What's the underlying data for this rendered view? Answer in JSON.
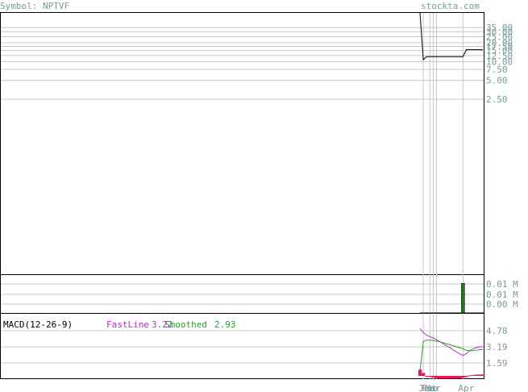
{
  "header": {
    "symbol_label": "Symbol: NPTVF",
    "watermark": "stockta.com"
  },
  "colors": {
    "axis_text": "#7a9a9a",
    "frame": "#000000",
    "grid": "#c8c8c8",
    "price_line": "#000000",
    "volume_bar": "#1a7f1a",
    "fastline": "#b030c0",
    "smoothed": "#2aa02a",
    "histogram": "#e01860"
  },
  "chart_data": [
    {
      "panel": "price",
      "type": "line",
      "yscale": "log",
      "y_ticks": [
        "35.00",
        "30.00",
        "25.00",
        "20.00",
        "17.50",
        "15.00",
        "12.50",
        "10.00",
        "7.50",
        "5.00",
        "2.50"
      ],
      "x": [
        "Jan",
        "Feb",
        "Mar",
        "Apr"
      ],
      "series": [
        {
          "values": [
            60.0,
            10.7,
            12.0,
            12.0,
            12.0,
            12.0,
            12.0,
            12.0,
            12.0,
            12.0,
            12.0,
            12.0,
            12.0,
            12.0,
            15.5,
            15.5,
            15.5,
            15.5,
            15.5,
            15.5
          ]
        }
      ]
    },
    {
      "panel": "volume",
      "type": "bar",
      "y_ticks": [
        "0.01 M",
        "0.01 M",
        "0.00 M"
      ],
      "series": [
        {
          "values": [
            0,
            0,
            0,
            0,
            0,
            0,
            0,
            0,
            0,
            0,
            0,
            0,
            0,
            0.014,
            0,
            0,
            0,
            0,
            0,
            0
          ]
        }
      ]
    },
    {
      "panel": "macd",
      "type": "line",
      "title": "MACD(12-26-9)",
      "y_ticks": [
        "4.78",
        "3.19",
        "1.59"
      ],
      "legend": [
        {
          "name": "FastLine",
          "value": "3.22"
        },
        {
          "name": "Smoothed",
          "value": "2.93"
        }
      ],
      "series": [
        {
          "name": "FastLine",
          "values": [
            5.0,
            4.6,
            4.35,
            4.2,
            4.05,
            3.9,
            3.7,
            3.5,
            3.3,
            3.1,
            2.9,
            2.7,
            2.5,
            2.35,
            2.5,
            2.8,
            3.0,
            3.1,
            3.18,
            3.22
          ]
        },
        {
          "name": "Smoothed",
          "values": [
            0.8,
            3.7,
            3.85,
            3.85,
            3.8,
            3.75,
            3.7,
            3.6,
            3.5,
            3.4,
            3.3,
            3.2,
            3.1,
            3.0,
            2.85,
            2.8,
            2.82,
            2.86,
            2.9,
            2.93
          ]
        },
        {
          "name": "Histogram",
          "values": [
            1.3,
            0.6,
            -0.1,
            -0.2,
            -0.35,
            -0.5,
            -0.55,
            -0.55,
            -0.55,
            -0.55,
            -0.55,
            -0.55,
            -0.5,
            -0.4,
            -0.25,
            0.1,
            0.2,
            0.25,
            0.28,
            0.29
          ]
        }
      ]
    }
  ]
}
